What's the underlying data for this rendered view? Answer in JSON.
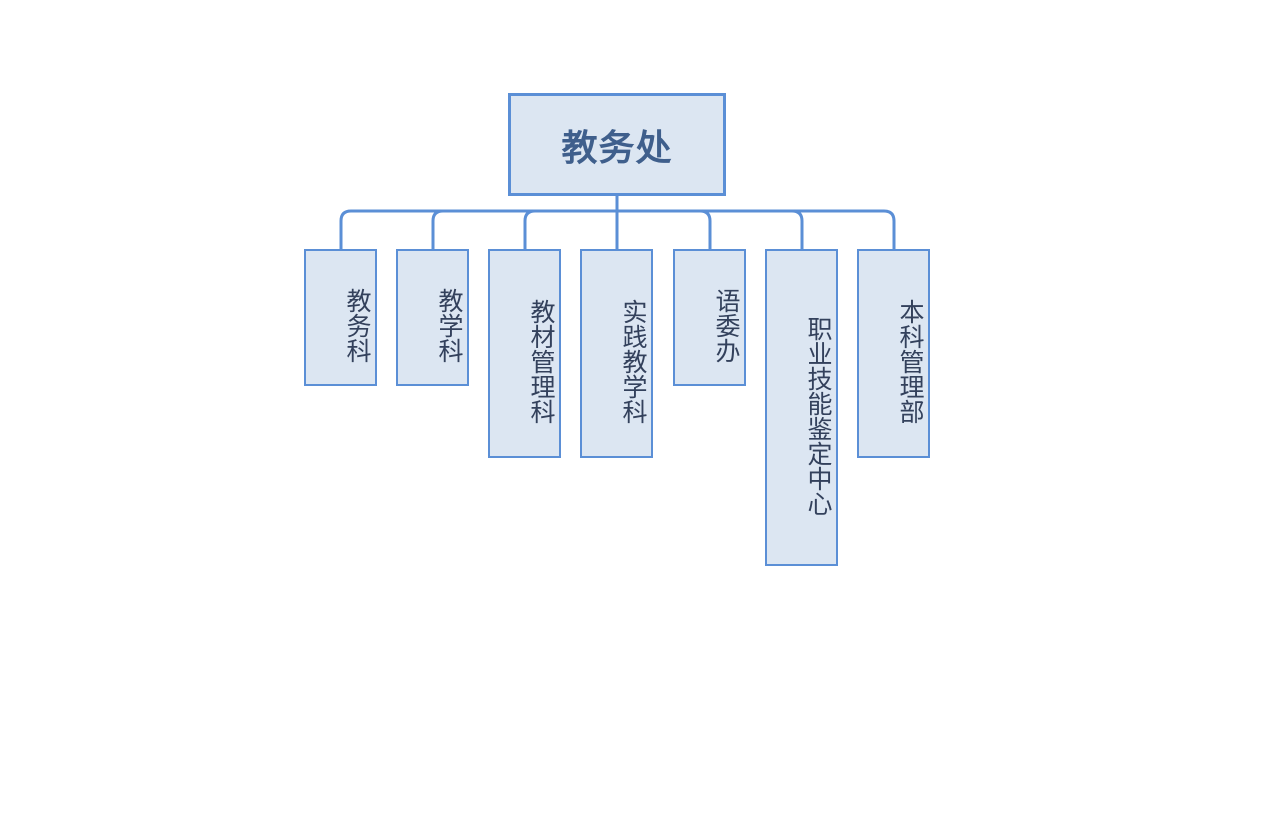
{
  "diagram": {
    "root": {
      "label": "教务处"
    },
    "children": [
      {
        "label": "教务科"
      },
      {
        "label": "教学科"
      },
      {
        "label": "教材管理科"
      },
      {
        "label": "实践教学科"
      },
      {
        "label": "语委办"
      },
      {
        "label": "职业技能鉴定中心"
      },
      {
        "label": "本科管理部"
      }
    ],
    "colors": {
      "box_fill": "#dce6f2",
      "box_border": "#5b8fd6",
      "connector": "#5b8fd6",
      "root_text": "#3f5f8c",
      "child_text": "#33415c"
    }
  }
}
